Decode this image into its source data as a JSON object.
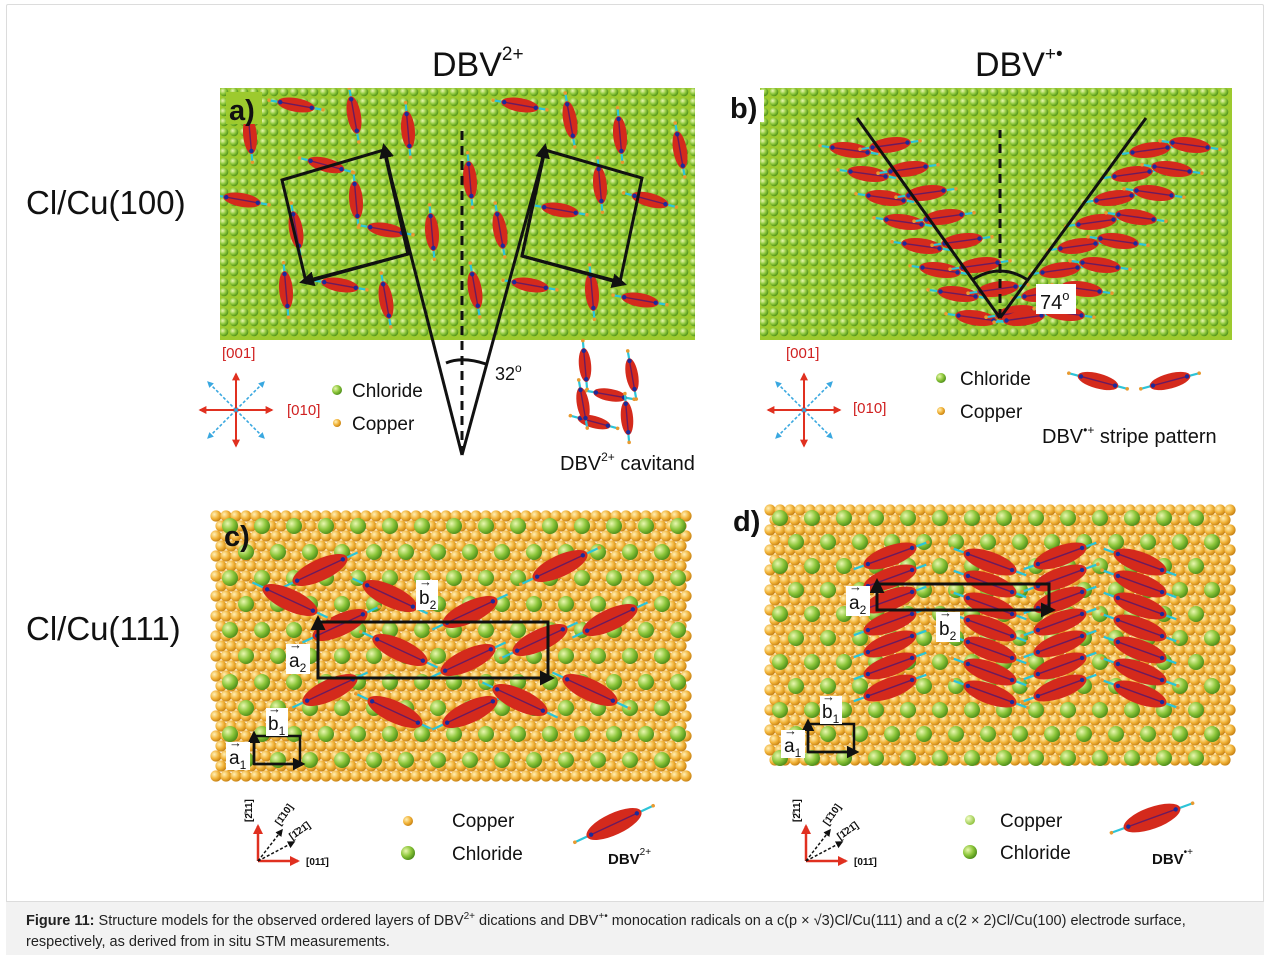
{
  "columns": {
    "left_head_main": "DBV",
    "left_head_sup": "2+",
    "right_head_main": "DBV",
    "right_head_sup": "+•"
  },
  "rows": {
    "top_label": "Cl/Cu(100)",
    "bottom_label": "Cl/Cu(111)"
  },
  "panels": {
    "a": {
      "letter": "a)",
      "angle": "32",
      "angle_unit": "o",
      "dir_001": "[001]",
      "dir_010": "[010]",
      "legend_chloride": "Chloride",
      "legend_copper": "Copper",
      "cavitand_main": "DBV",
      "cavitand_sup": "2+",
      "cavitand_rest": " cavitand"
    },
    "b": {
      "letter": "b)",
      "angle": "74",
      "angle_unit": "o",
      "dir_001": "[001]",
      "dir_010": "[010]",
      "legend_chloride": "Chloride",
      "legend_copper": "Copper",
      "stripe_main": "DBV",
      "stripe_sup": "•+",
      "stripe_rest": " stripe pattern"
    },
    "c": {
      "letter": "c)",
      "vec_a1": "a",
      "vec_a1_sub": "1",
      "vec_b1": "b",
      "vec_b1_sub": "1",
      "vec_a2": "a",
      "vec_a2_sub": "2",
      "vec_b2": "b",
      "vec_b2_sub": "2",
      "dir_211": "[2̄11]",
      "dir_110": "[1̄10]",
      "dir_121": "[1̄21̄]",
      "dir_011": "[011̄]",
      "legend_copper": "Copper",
      "legend_chloride": "Chloride",
      "mol_main": "DBV",
      "mol_sup": "2+"
    },
    "d": {
      "letter": "d)",
      "vec_a1": "a",
      "vec_a1_sub": "1",
      "vec_b1": "b",
      "vec_b1_sub": "1",
      "vec_a2": "a",
      "vec_a2_sub": "2",
      "vec_b2": "b",
      "vec_b2_sub": "2",
      "dir_211": "[2̄11]",
      "dir_110": "[1̄10]",
      "dir_121": "[1̄21̄]",
      "dir_011": "[011̄]",
      "legend_copper": "Copper",
      "legend_chloride": "Chloride",
      "mol_main": "DBV",
      "mol_sup": "•+"
    }
  },
  "caption": {
    "label": "Figure 11:",
    "t1": " Structure models for the observed ordered layers of DBV",
    "s1": "2+",
    "t2": " dications and DBV",
    "s2": "+•",
    "t3": " monocation radicals on a c(p × √3)Cl/Cu(111) and a c(2 × 2)Cl/Cu(100) electrode surface, respectively, as derived from in situ STM measurements."
  },
  "colors": {
    "substrate_green": "#9dca2e",
    "chloride_green": "#74b72a",
    "copper_gold": "#f2b43a",
    "molecule_red": "#d42a1c",
    "molecule_cyan": "#2cc4d8",
    "axis_red": "#e03020",
    "axis_blue": "#3aa8e0",
    "label_red": "#d02020"
  }
}
